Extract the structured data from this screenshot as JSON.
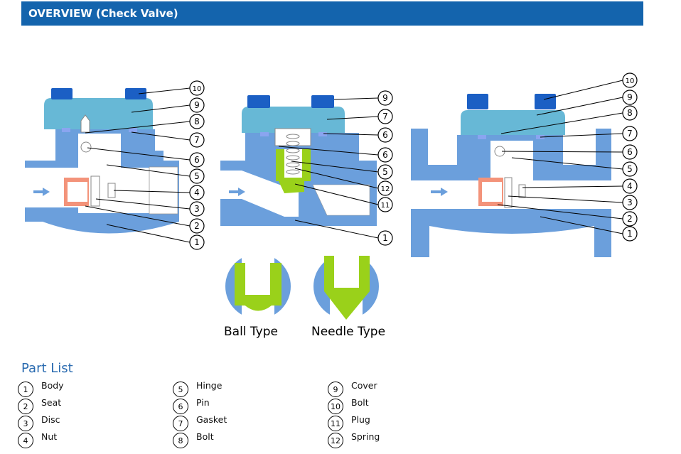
{
  "header": {
    "title": "OVERVIEW (Check Valve)"
  },
  "colors": {
    "header_bg": "#1464ad",
    "body": "#6b9fdc",
    "cover": "#67b8d6",
    "bolt": "#1b5fc4",
    "seat": "#f3937a",
    "plug": "#9ad11a",
    "gasket": "#8aa5f0"
  },
  "diagrams": [
    {
      "name": "swing-check-socket-weld",
      "callouts": [
        "10",
        "9",
        "8",
        "7",
        "6",
        "5",
        "4",
        "3",
        "2",
        "1"
      ]
    },
    {
      "name": "lift-check-socket-weld",
      "callouts": [
        "9",
        "7",
        "6",
        "6",
        "5",
        "12",
        "11",
        "1"
      ]
    },
    {
      "name": "swing-check-flanged",
      "callouts": [
        "10",
        "9",
        "8",
        "7",
        "6",
        "5",
        "4",
        "3",
        "2",
        "1"
      ]
    }
  ],
  "details": {
    "ball_type": "Ball Type",
    "needle_type": "Needle Type"
  },
  "part_list": {
    "title": "Part List",
    "items": [
      {
        "num": "1",
        "name": "Body"
      },
      {
        "num": "2",
        "name": "Seat"
      },
      {
        "num": "3",
        "name": "Disc"
      },
      {
        "num": "4",
        "name": "Nut"
      },
      {
        "num": "5",
        "name": "Hinge"
      },
      {
        "num": "6",
        "name": "Pin"
      },
      {
        "num": "7",
        "name": "Gasket"
      },
      {
        "num": "8",
        "name": "Bolt"
      },
      {
        "num": "9",
        "name": "Cover"
      },
      {
        "num": "10",
        "name": "Bolt"
      },
      {
        "num": "11",
        "name": "Plug"
      },
      {
        "num": "12",
        "name": "Spring"
      }
    ]
  }
}
